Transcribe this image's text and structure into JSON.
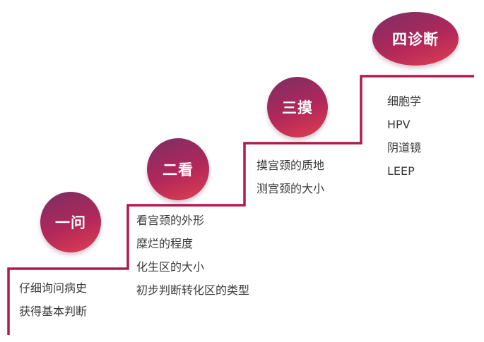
{
  "colors": {
    "stair_line": "#b01a4f",
    "badge_top": "#7a2f63",
    "badge_mid": "#b2275a",
    "badge_bottom": "#e0404f"
  },
  "steps": [
    {
      "title": "一问",
      "items": [
        "仔细询问病史",
        "获得基本判断"
      ]
    },
    {
      "title": "二看",
      "items": [
        "看宫颈的外形",
        "糜烂的程度",
        "化生区的大小",
        "初步判断转化区的类型"
      ]
    },
    {
      "title": "三摸",
      "items": [
        "摸宫颈的质地",
        "测宫颈的大小"
      ]
    },
    {
      "title": "四诊断",
      "items": [
        "细胞学",
        "HPV",
        "阴道镜",
        "LEEP"
      ]
    }
  ]
}
